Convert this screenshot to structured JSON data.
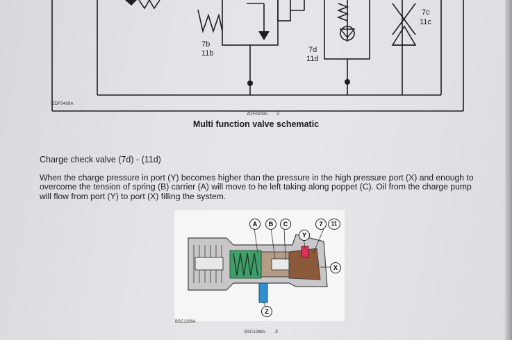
{
  "schematic": {
    "label_7b": "7b",
    "label_11b": "11b",
    "label_7d": "7d",
    "label_11d": "11d",
    "label_7c": "7c",
    "label_11c": "11c",
    "corner_code": "ZDF0409A",
    "figure_code": "ZDF0409A",
    "figure_number": "2",
    "caption": "Multi function valve schematic"
  },
  "section": {
    "heading": "Charge check valve (7d) - (11d)",
    "paragraph": "When the charge pressure in port (Y) becomes higher than the pressure in the high pressure port (X) and enough to overcome the tension of spring (B) carrier (A) will move to he left taking along poppet (C). Oil from the charge pump will flow from port (Y) to port (X) filling the system."
  },
  "figure": {
    "callouts": [
      "A",
      "B",
      "C",
      "Y",
      "7",
      "11",
      "X",
      "Z"
    ],
    "corner_code": "BSC1298A",
    "figure_code": "BSC1298A",
    "figure_number": "3"
  },
  "colors": {
    "paper": "#e4e3e7",
    "ink": "#1d1d20",
    "spring_green": "#3f9e6a",
    "port_blue": "#2f8fd0",
    "port_red": "#d8335a",
    "oil_brown": "#8a5a3a"
  }
}
